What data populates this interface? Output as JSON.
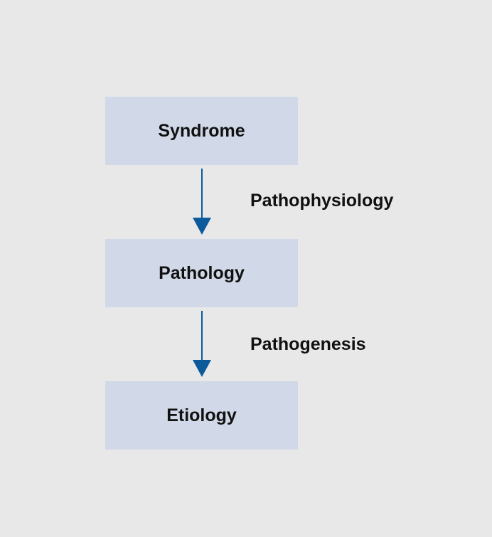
{
  "diagram": {
    "nodes": [
      {
        "id": "syndrome",
        "label": "Syndrome"
      },
      {
        "id": "pathology",
        "label": "Pathology"
      },
      {
        "id": "etiology",
        "label": "Etiology"
      }
    ],
    "edges": [
      {
        "from": "syndrome",
        "to": "pathology",
        "label": "Pathophysiology"
      },
      {
        "from": "pathology",
        "to": "etiology",
        "label": "Pathogenesis"
      }
    ]
  },
  "colors": {
    "background": "#e8e8e8",
    "box_fill": "#d1d8e8",
    "arrow": "#0b5a9c",
    "text": "#111111"
  }
}
